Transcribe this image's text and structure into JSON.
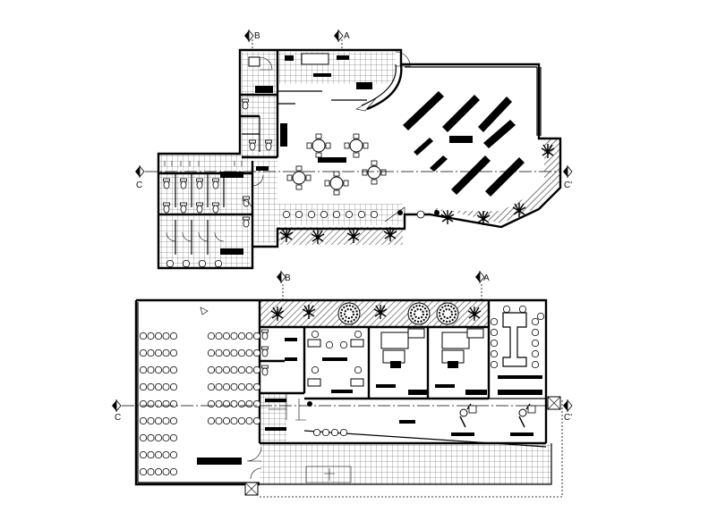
{
  "section_markers": {
    "upper_a": "A",
    "upper_b": "B",
    "lower_a": "A",
    "lower_b": "B",
    "upper_c_left": "C",
    "upper_c_right": "C'",
    "lower_c_left": "C",
    "lower_c_right": "C'"
  },
  "colors": {
    "ink": "#000000",
    "paper": "#ffffff"
  }
}
